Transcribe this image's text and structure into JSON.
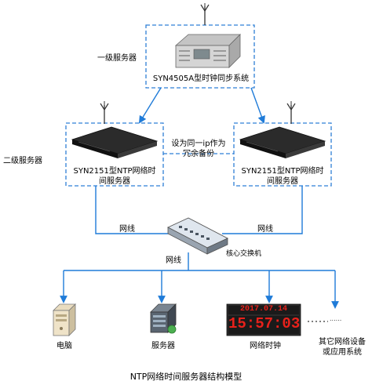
{
  "labels": {
    "tier1": "一级服务器",
    "tier2": "二级服务器",
    "master_device": "SYN4505A型时钟同步系统",
    "redundancy_line1": "设为同一ip作为",
    "redundancy_line2": "冗余备份",
    "left_device_line1": "SYN2151型NTP网络时",
    "left_device_line2": "间服务器",
    "right_device_line1": "SYN2151型NTP网络时",
    "right_device_line2": "间服务器",
    "cable_left": "网线",
    "cable_right": "网线",
    "cable_bottom": "网线",
    "core_switch": "核心交换机",
    "computer": "电脑",
    "server": "服务器",
    "network_clock": "网络时钟",
    "other_line1": "其它网络设备",
    "other_line2": "或应用系统",
    "ellipsis": "......",
    "title": "NTP网络时间服务器结构模型"
  },
  "clock_display": {
    "date": "2017.07.14",
    "time": "15:57:03"
  },
  "colors": {
    "link_blue": "#1f7bd8",
    "dash_blue": "#2f7fd6",
    "clock_red": "#e8211b",
    "clock_bg": "#2a2a2a"
  }
}
